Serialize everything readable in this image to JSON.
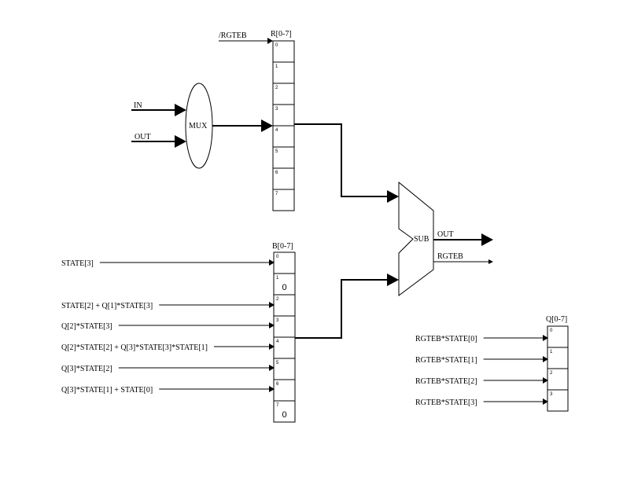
{
  "mux": {
    "label": "MUX",
    "inputs": [
      "IN",
      "OUT"
    ]
  },
  "sub": {
    "label": "SUB",
    "outputs": [
      "OUT",
      "RGTEB"
    ]
  },
  "registers": {
    "R": {
      "title": "R[0-7]",
      "cells": [
        "0",
        "1",
        "2",
        "3",
        "4",
        "5",
        "6",
        "7"
      ],
      "values": [
        "",
        "",
        "",
        "",
        "",
        "",
        "",
        ""
      ],
      "inputs": [
        {
          "label": "/RGTEB",
          "cell": 0
        }
      ]
    },
    "B": {
      "title": "B[0-7]",
      "cells": [
        "0",
        "1",
        "2",
        "3",
        "4",
        "5",
        "6",
        "7"
      ],
      "values": [
        "",
        "0",
        "",
        "",
        "",
        "",
        "",
        "0"
      ],
      "inputs": [
        {
          "label": "STATE[3]",
          "cell": 0
        },
        {
          "label": "STATE[2] + Q[1]*STATE[3]",
          "cell": 2
        },
        {
          "label": "Q[2]*STATE[3]",
          "cell": 3
        },
        {
          "label": "Q[2]*STATE[2] + Q[3]*STATE[3]*STATE[1]",
          "cell": 4
        },
        {
          "label": "Q[3]*STATE[2]",
          "cell": 5
        },
        {
          "label": "Q[3]*STATE[1] + STATE[0]",
          "cell": 6
        }
      ]
    },
    "Q": {
      "title": "Q[0-7]",
      "cells": [
        "0",
        "1",
        "2",
        "3"
      ],
      "values": [
        "",
        "",
        "",
        ""
      ],
      "inputs": [
        {
          "label": "RGTEB*STATE[0]",
          "cell": 0
        },
        {
          "label": "RGTEB*STATE[1]",
          "cell": 1
        },
        {
          "label": "RGTEB*STATE[2]",
          "cell": 2
        },
        {
          "label": "RGTEB*STATE[3]",
          "cell": 3
        }
      ]
    }
  }
}
